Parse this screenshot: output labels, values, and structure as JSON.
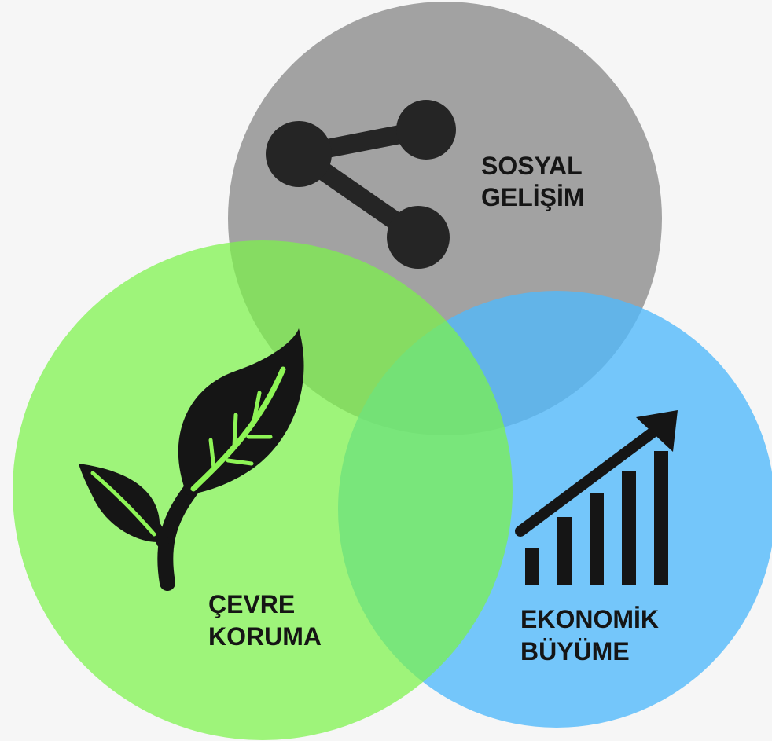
{
  "circles": {
    "social": {
      "label_line1": "SOSYAL",
      "label_line2": "GELİŞİM",
      "color": "#9a9a9a",
      "icon": "share-icon"
    },
    "environment": {
      "label_line1": "ÇEVRE",
      "label_line2": "KORUMA",
      "color": "#8ef556",
      "icon": "leaf-sprout-icon"
    },
    "economy": {
      "label_line1": "EKONOMİK",
      "label_line2": "BÜYÜME",
      "color": "#5cbffb",
      "icon": "growth-chart-icon"
    }
  },
  "colors": {
    "background": "#f6f6f6",
    "icon": "#151515",
    "text": "#151515"
  }
}
